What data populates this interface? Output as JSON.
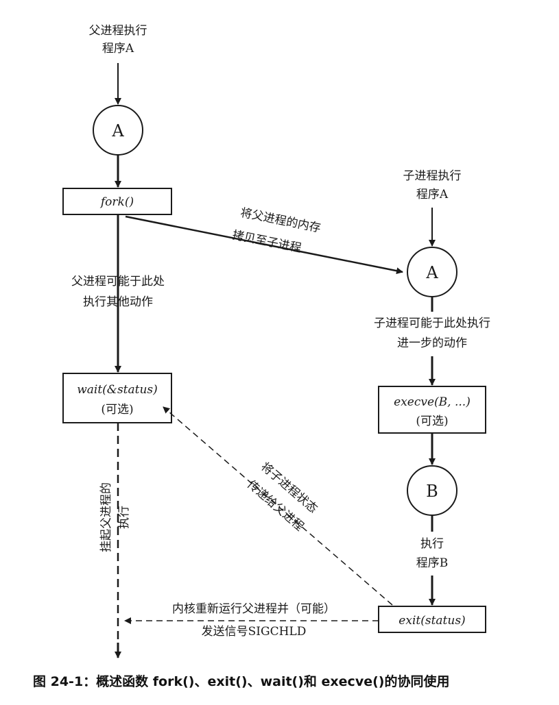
{
  "parent_label": [
    "父进程执行",
    "程序A"
  ],
  "parent_node": "A",
  "fork_box": "fork()",
  "copy_label": [
    "将父进程的内存",
    "拷贝至子进程"
  ],
  "parent_other_label": [
    "父进程可能于此处",
    "执行其他动作"
  ],
  "wait_box": [
    "wait(&status)",
    "(可选)"
  ],
  "suspend_label": [
    "挂起父进程的",
    "执行"
  ],
  "pass_status_label": [
    "将子进程状态",
    "传递给父进程"
  ],
  "child_label": [
    "子进程执行",
    "程序A"
  ],
  "child_node": "A",
  "child_more_label": [
    "子进程可能于此处执行",
    "进一步的动作"
  ],
  "execve_box": [
    "execve(B, ...)",
    "(可选)"
  ],
  "child_node_b": "B",
  "exec_b_label": [
    "执行",
    "程序B"
  ],
  "exit_box": "exit(status)",
  "resume_label": [
    "内核重新运行父进程并（可能）",
    "发送信号SIGCHLD"
  ],
  "caption": "图 24-1：概述函数 fork()、exit()、wait()和 execve()的协同使用"
}
